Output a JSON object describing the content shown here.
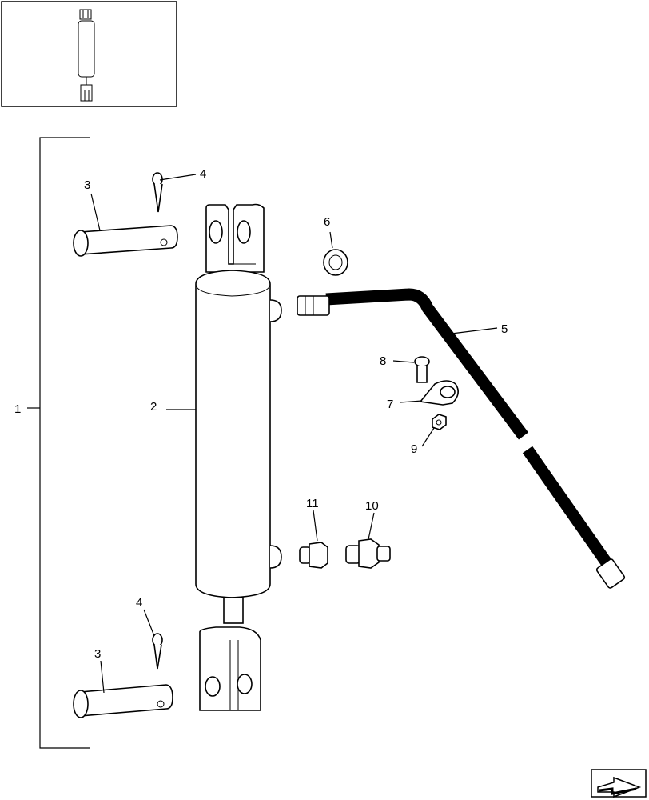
{
  "callouts": [
    {
      "id": "c1",
      "label": "1"
    },
    {
      "id": "c2",
      "label": "2"
    },
    {
      "id": "c3a",
      "label": "3"
    },
    {
      "id": "c3b",
      "label": "3"
    },
    {
      "id": "c4a",
      "label": "4"
    },
    {
      "id": "c4b",
      "label": "4"
    },
    {
      "id": "c5",
      "label": "5"
    },
    {
      "id": "c6",
      "label": "6"
    },
    {
      "id": "c7",
      "label": "7"
    },
    {
      "id": "c8",
      "label": "8"
    },
    {
      "id": "c9",
      "label": "9"
    },
    {
      "id": "c10",
      "label": "10"
    },
    {
      "id": "c11",
      "label": "11"
    }
  ],
  "icons": {
    "thumbnail": "cylinder-thumbnail-icon",
    "navigation": "next-page-arrow-icon"
  }
}
